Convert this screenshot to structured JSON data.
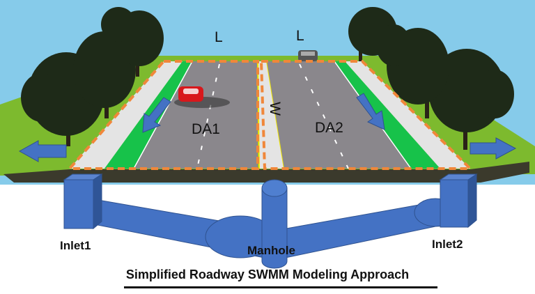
{
  "labels": {
    "l_left": "L",
    "l_right": "L",
    "w": "W",
    "da1": "DA1",
    "da2": "DA2",
    "inlet1": "Inlet1",
    "inlet2": "Inlet2",
    "manhole": "Manhole"
  },
  "title": "Simplified Roadway SWMM Modeling Approach",
  "colors": {
    "sky": "#86CBEA",
    "grass": "#7DBA2E",
    "asphalt": "#8A878C",
    "bike_lane": "#17C24A",
    "sidewalk": "#E4E4E4",
    "boundary": "#F0873A",
    "pipe": "#4472C4",
    "base": "#3B3A2C"
  }
}
